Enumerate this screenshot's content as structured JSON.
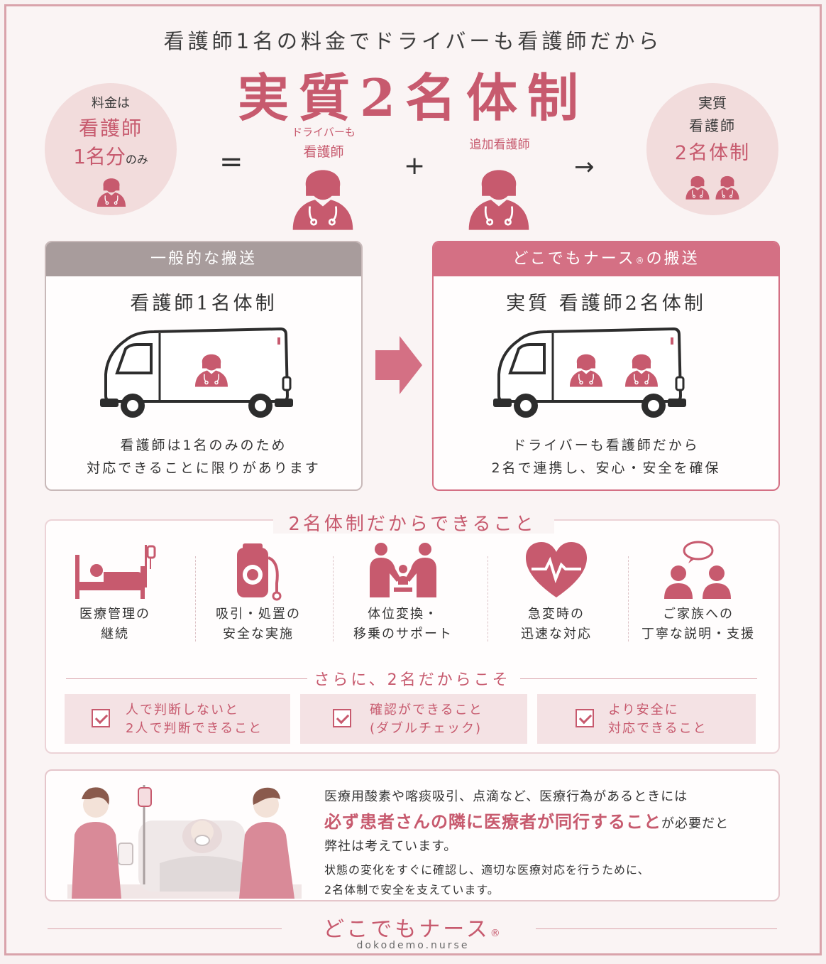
{
  "header": {
    "subtitle": "看護師1名の料金でドライバーも看護師だから",
    "title": "実質2名体制"
  },
  "equation": {
    "left_circle": {
      "line1": "料金は",
      "line2": "看護師",
      "line3_num": "1",
      "line3_a": "名分",
      "line3_b": "のみ"
    },
    "equals": "=",
    "nurse1_label_a": "ドライバーも",
    "nurse1_label_b": "看護師",
    "plus": "+",
    "nurse2_label": "追加看護師",
    "arrow": "→",
    "right_circle": {
      "line1": "実質",
      "line2": "看護師",
      "line3": "2名体制"
    }
  },
  "compare": {
    "left": {
      "header": "一般的な搬送",
      "title": "看護師1名体制",
      "desc1": "看護師は1名のみのため",
      "desc2": "対応できることに限りがあります"
    },
    "right": {
      "header_a": "どこでもナース",
      "header_reg": "®",
      "header_b": "の搬送",
      "title": "実質 看護師2名体制",
      "desc1": "ドライバーも看護師だから",
      "desc2": "2名で連携し、安心・安全を確保"
    }
  },
  "capabilities": {
    "title": "2名体制だからできること",
    "items": [
      {
        "icon": "hospital-bed-icon",
        "line1": "医療管理の",
        "line2": "継続"
      },
      {
        "icon": "suction-device-icon",
        "line1": "吸引・処置の",
        "line2": "安全な実施"
      },
      {
        "icon": "patient-transfer-icon",
        "line1": "体位変換・",
        "line2": "移乗のサポート"
      },
      {
        "icon": "heart-pulse-icon",
        "line1": "急変時の",
        "line2": "迅速な対応"
      },
      {
        "icon": "family-talk-icon",
        "line1": "ご家族への",
        "line2": "丁寧な説明・支援"
      }
    ],
    "sub_title": "さらに、2名だからこそ",
    "checks": [
      {
        "line1": "人で判断しないと",
        "line2": "2人で判断できること"
      },
      {
        "line1": "確認ができること",
        "line2": "(ダブルチェック)"
      },
      {
        "line1": "より安全に",
        "line2": "対応できること"
      }
    ]
  },
  "message": {
    "line1": "医療用酸素や喀痰吸引、点滴など、医療行為があるときには",
    "line2_emph": "必ず患者さんの隣に医療者が同行すること",
    "line2_rest": "が必要だと",
    "line3": "弊社は考えています。",
    "line4": "状態の変化をすぐに確認し、適切な医療対応を行うために、",
    "line5": "2名体制で安全を支えています。"
  },
  "footer": {
    "brand": "どこでもナース",
    "reg": "®",
    "sub": "dokodemo.nurse"
  },
  "colors": {
    "accent": "#c75a6e",
    "gray_header": "#a89c9c",
    "bg": "#faf4f4"
  }
}
